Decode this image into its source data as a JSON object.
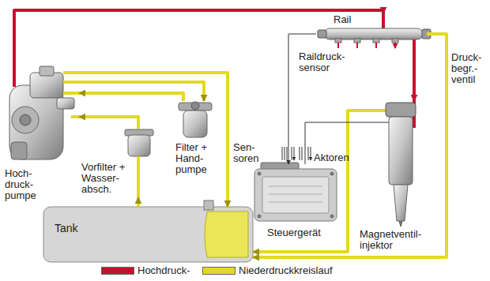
{
  "diagram": {
    "nodes": [
      {
        "text": [
          "Rail"
        ]
      },
      {
        "text": [
          "Hoch- druck- pumpe"
        ]
      },
      {
        "text": [
          "Filter + Hand- pumpe"
        ]
      },
      {
        "text": [
          "Vorfilter + Wasser- absch."
        ]
      },
      {
        "text": [
          "Tank"
        ]
      },
      {
        "text": [
          "Steuergerät"
        ]
      },
      {
        "text": [
          "Magnetventil- injektor"
        ]
      }
    ],
    "edges": [
      {
        "from": 1,
        "to": 0,
        "arrow": "to"
      },
      {
        "from": 0,
        "to": 6,
        "arrow": "to"
      },
      {
        "from": 4,
        "to": 3,
        "arrow": "to"
      },
      {
        "from": 3,
        "to": 1,
        "arrow": "to"
      },
      {
        "from": 1,
        "to": 2,
        "arrow": "to"
      },
      {
        "from": 2,
        "to": 1,
        "arrow": "to"
      },
      {
        "from": 1,
        "to": 4,
        "arrow": "to"
      },
      {
        "from": 6,
        "to": 4,
        "arrow": "to"
      },
      {
        "from": 0,
        "to": 4,
        "arrow": "to"
      },
      {
        "from": 0,
        "to": 5,
        "arrow": "to"
      },
      {
        "from": 5,
        "to": 6,
        "arrow": "none"
      }
    ],
    "labels": [
      "Raildruck- sensor",
      "Druck- begr.- ventil",
      "Sen- soren",
      "Aktoren"
    ],
    "legend": [
      {
        "text": "Hochdruck-",
        "color": "#c8102e"
      },
      {
        "text": "Niederdruckkreislauf",
        "color": "#e2db1f"
      }
    ]
  }
}
